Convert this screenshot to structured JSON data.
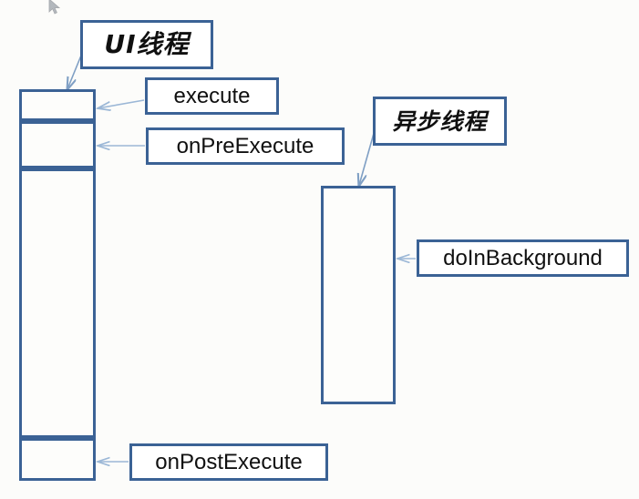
{
  "diagram": {
    "title": "AsyncTask lifecycle diagram",
    "background_color": "#fcfcfa",
    "border_color": "#3b6295",
    "arrow_color": "#9bb7d6",
    "arrow_dark_color": "#6f93bd",
    "text_color": "#101010"
  },
  "ui_thread": {
    "header_label": "UI线程",
    "lane_segments": [
      {
        "name": "execute-segment",
        "label": ""
      },
      {
        "name": "on-pre-execute-segment",
        "label": ""
      },
      {
        "name": "waiting-segment",
        "label": ""
      },
      {
        "name": "on-post-execute-segment",
        "label": ""
      }
    ]
  },
  "async_thread": {
    "header_label": "异步线程",
    "lane_segments": [
      {
        "name": "do-in-background-segment",
        "label": ""
      }
    ]
  },
  "callouts": {
    "execute": "execute",
    "on_pre_execute": "onPreExecute",
    "do_in_background": "doInBackground",
    "on_post_execute": "onPostExecute"
  },
  "cursor": {
    "name": "mouse-cursor",
    "visible": true
  }
}
